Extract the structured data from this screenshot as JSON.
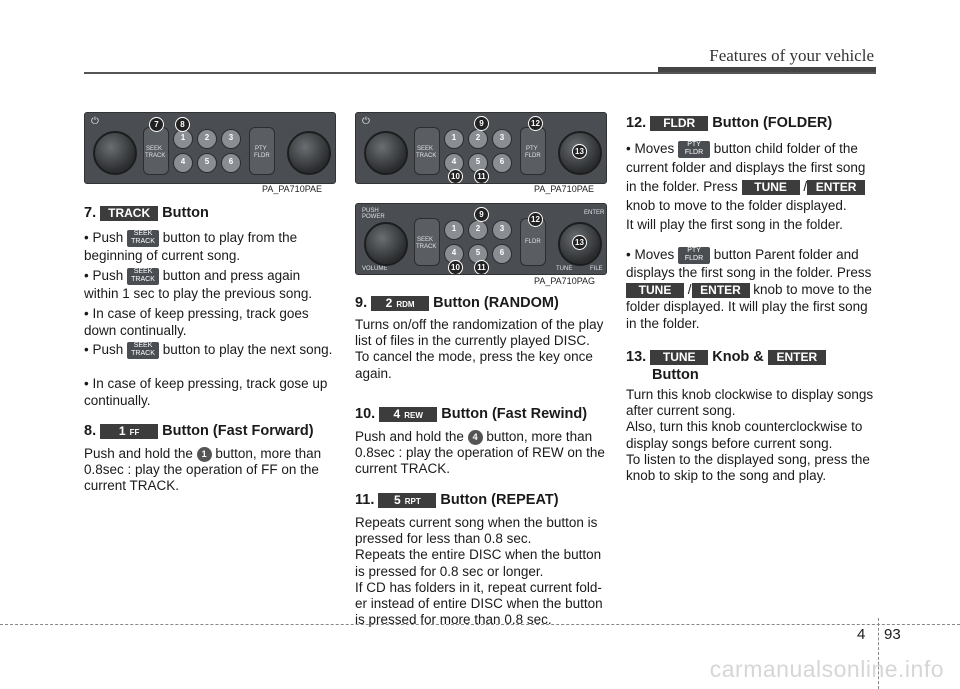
{
  "header": {
    "title": "Features of your vehicle"
  },
  "footer": {
    "chapter": "4",
    "page": "93",
    "watermark": "carmanualsonline.info"
  },
  "figures": {
    "fig1_caption": "PA_PA710PAE",
    "fig2_caption": "PA_PA710PAE",
    "fig3_caption": "PA_PA710PAG",
    "panel_labels": {
      "seek": "SEEK",
      "track": "TRACK",
      "pty": "PTY",
      "fldr": "FLDR",
      "push": "PUSH",
      "power": "POWER",
      "volume": "VOLUME",
      "tune": "TUNE",
      "file": "FILE",
      "enter": "ENTER"
    },
    "preset_buttons": [
      "1",
      "2",
      "3",
      "4",
      "5",
      "6"
    ],
    "callouts_fig1": [
      "7",
      "8"
    ],
    "callouts_fig2": [
      "9",
      "10",
      "11",
      "12",
      "13"
    ],
    "callouts_fig3": [
      "9",
      "10",
      "11",
      "12",
      "13"
    ]
  },
  "sections": {
    "s7": {
      "number": "7.",
      "badge": "TRACK",
      "title": "Button",
      "bullets": [
        {
          "pre": "Push",
          "icon": "SEEK TRACK",
          "post": "button to play from the beginning of current song."
        },
        {
          "pre": "Push",
          "icon": "SEEK TRACK",
          "post": "button and press again within 1 sec to play the previous song."
        },
        {
          "pre": "",
          "icon": "",
          "post": "In case of keep pressing, track goes down continually."
        },
        {
          "pre": "Push",
          "icon": "SEEK TRACK",
          "post": "button to play the next song."
        },
        {
          "pre": "",
          "icon": "",
          "post": "In case of keep pressing, track gose up continually."
        }
      ]
    },
    "s8": {
      "number": "8.",
      "badge_num": "1",
      "badge_sub": "FF",
      "title": "Button (Fast Forward)",
      "body_pre": "Push and hold the",
      "icon": "1",
      "body_post": "button, more than 0.8sec : play the operation of FF on the current TRACK."
    },
    "s9": {
      "number": "9.",
      "badge_num": "2",
      "badge_sub": "RDM",
      "title": "Button (RANDOM)",
      "body": "Turns on/off the randomization of the play list of files in the currently played DISC.",
      "body2": "To cancel the mode, press the key once again."
    },
    "s10": {
      "number": "10.",
      "badge_num": "4",
      "badge_sub": "REW",
      "title": "Button (Fast Rewind)",
      "body_pre": "Push and hold the",
      "icon": "4",
      "body_post": "button, more than 0.8sec : play the operation of REW on the current TRACK."
    },
    "s11": {
      "number": "11.",
      "badge_num": "5",
      "badge_sub": "RPT",
      "title": "Button (REPEAT)",
      "body": "Repeats current song when the button is pressed for less than 0.8 sec.",
      "body2": "Repeats the entire DISC when the button is pressed for 0.8 sec or longer.",
      "body3": "If CD has folders in it, repeat current fold-er instead of entire DISC when the button is pressed for more than 0.8 sec."
    },
    "s12": {
      "number": "12.",
      "badge": "FLDR",
      "title": "Button (FOLDER)",
      "b1_pre": "Moves",
      "b1_icon": "PTY FLDR",
      "b1_post": "button child folder of the current folder and displays the first song in the folder. Press",
      "b1_tune": "TUNE",
      "b1_enter": "ENTER",
      "b1_end": "knob to move to the folder displayed.",
      "b1_line2": "It will play the first song in the folder.",
      "b2_pre": "Moves",
      "b2_icon": "PTY FLDR",
      "b2_post": "button Parent folder and displays the first song in the folder.",
      "b2_press": "Press",
      "b2_tune": "TUNE",
      "b2_enter": "ENTER",
      "b2_end": "knob to move to the folder displayed. It will play the first song in the folder."
    },
    "s13": {
      "number": "13.",
      "badge1": "TUNE",
      "knob": "Knob &",
      "badge2": "ENTER",
      "title": "Button",
      "p1": "Turn this knob clockwise to display songs after current song.",
      "p2": "Also, turn this knob counterclockwise to display songs before current song.",
      "p3": "To listen to the displayed song, press the knob to skip to the song and play."
    }
  }
}
